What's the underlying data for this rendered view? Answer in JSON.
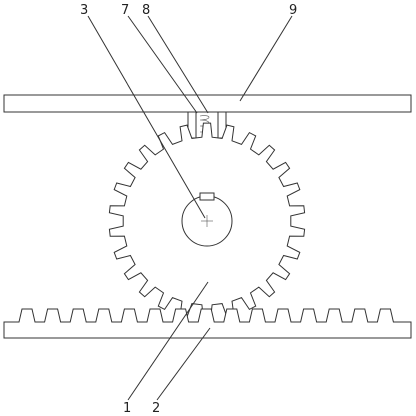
{
  "labels": {
    "gear": "1",
    "rack": "2",
    "gear_center": "3",
    "bracket": "7",
    "spring": "8",
    "top_bar": "9"
  }
}
